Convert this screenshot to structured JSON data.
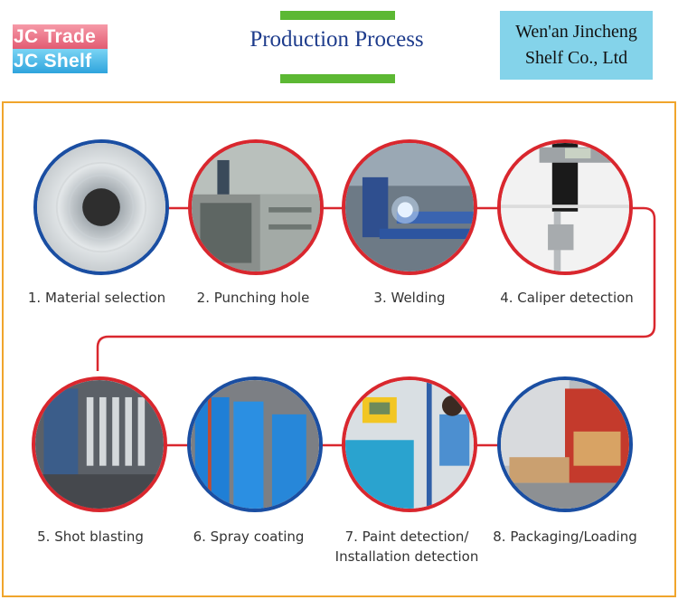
{
  "logo": {
    "line1": "JC Trade",
    "line2": "JC Shelf"
  },
  "header": {
    "title": "Production Process"
  },
  "company": {
    "line1": "Wen'an Jincheng",
    "line2": "Shelf Co., Ltd"
  },
  "colors": {
    "accent_green": "#5cb833",
    "frame_orange": "#f0a52c",
    "path_red": "#d9272e",
    "ring_blue": "#1a4ea2",
    "title_blue": "#1e3c8c"
  },
  "steps": [
    {
      "label": "1. Material selection"
    },
    {
      "label": "2. Punching  hole"
    },
    {
      "label": "3. Welding"
    },
    {
      "label": "4. Caliper detection"
    },
    {
      "label": "5. Shot blasting"
    },
    {
      "label": "6. Spray coating"
    },
    {
      "label": "7. Paint detection/",
      "label2": "Installation detection"
    },
    {
      "label": "8. Packaging/Loading"
    }
  ]
}
